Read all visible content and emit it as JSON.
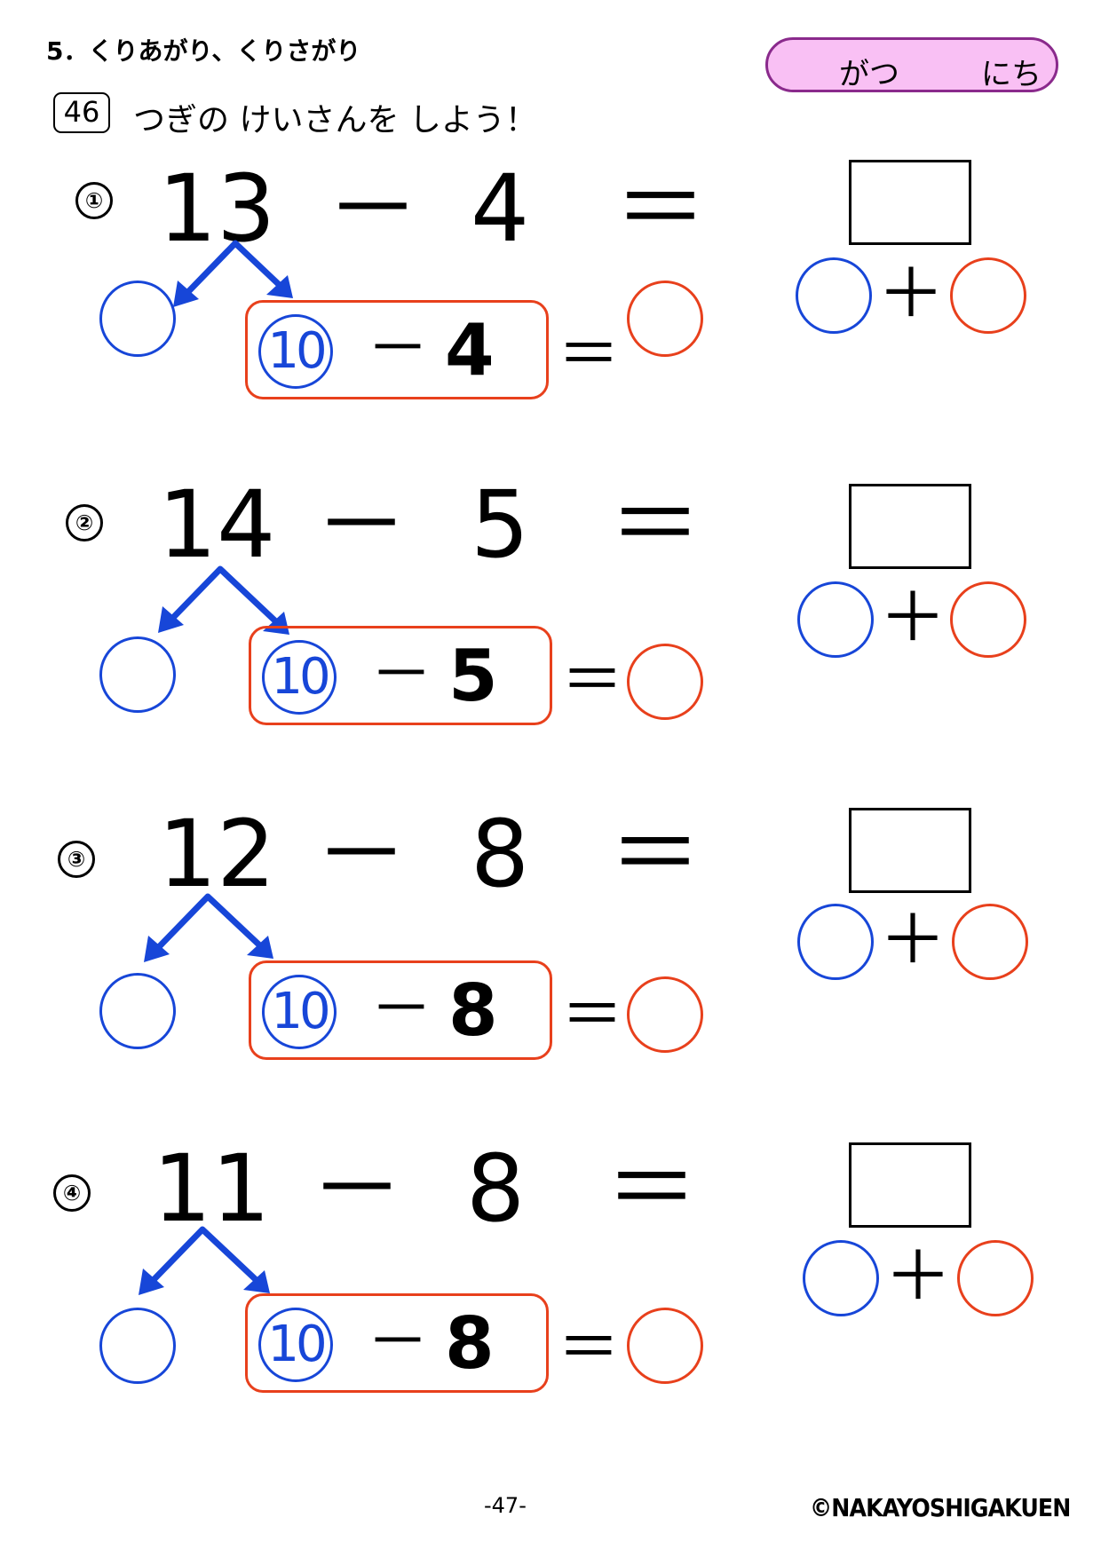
{
  "header": {
    "chapter_title": "5．くりあがり、くりさがり",
    "date_month_label": "がつ",
    "date_day_label": "にち",
    "problem_number": "46",
    "instruction": "つぎの けいさんを しよう！"
  },
  "problems": [
    {
      "label": "①",
      "minuend": "13",
      "operator": "－",
      "subtrahend": "4",
      "equals": "＝",
      "ten": "10",
      "box_operator": "－",
      "box_subtrahend": "4",
      "box_equals": "＝",
      "plus": "＋"
    },
    {
      "label": "②",
      "minuend": "14",
      "operator": "－",
      "subtrahend": "5",
      "equals": "＝",
      "ten": "10",
      "box_operator": "－",
      "box_subtrahend": "5",
      "box_equals": "＝",
      "plus": "＋"
    },
    {
      "label": "③",
      "minuend": "12",
      "operator": "－",
      "subtrahend": "8",
      "equals": "＝",
      "ten": "10",
      "box_operator": "－",
      "box_subtrahend": "8",
      "box_equals": "＝",
      "plus": "＋"
    },
    {
      "label": "④",
      "minuend": "11",
      "operator": "－",
      "subtrahend": "8",
      "equals": "＝",
      "ten": "10",
      "box_operator": "－",
      "box_subtrahend": "8",
      "box_equals": "＝",
      "plus": "＋"
    }
  ],
  "footer": {
    "page_number": "-47-",
    "copyright": "©NAKAYOSHIGAKUEN"
  },
  "colors": {
    "blue": "#1746d8",
    "red": "#e8401c",
    "date_pill_fill": "#f9c0f4",
    "date_pill_border": "#8a2a8c"
  },
  "icons": [
    "split-arrow-icon"
  ]
}
